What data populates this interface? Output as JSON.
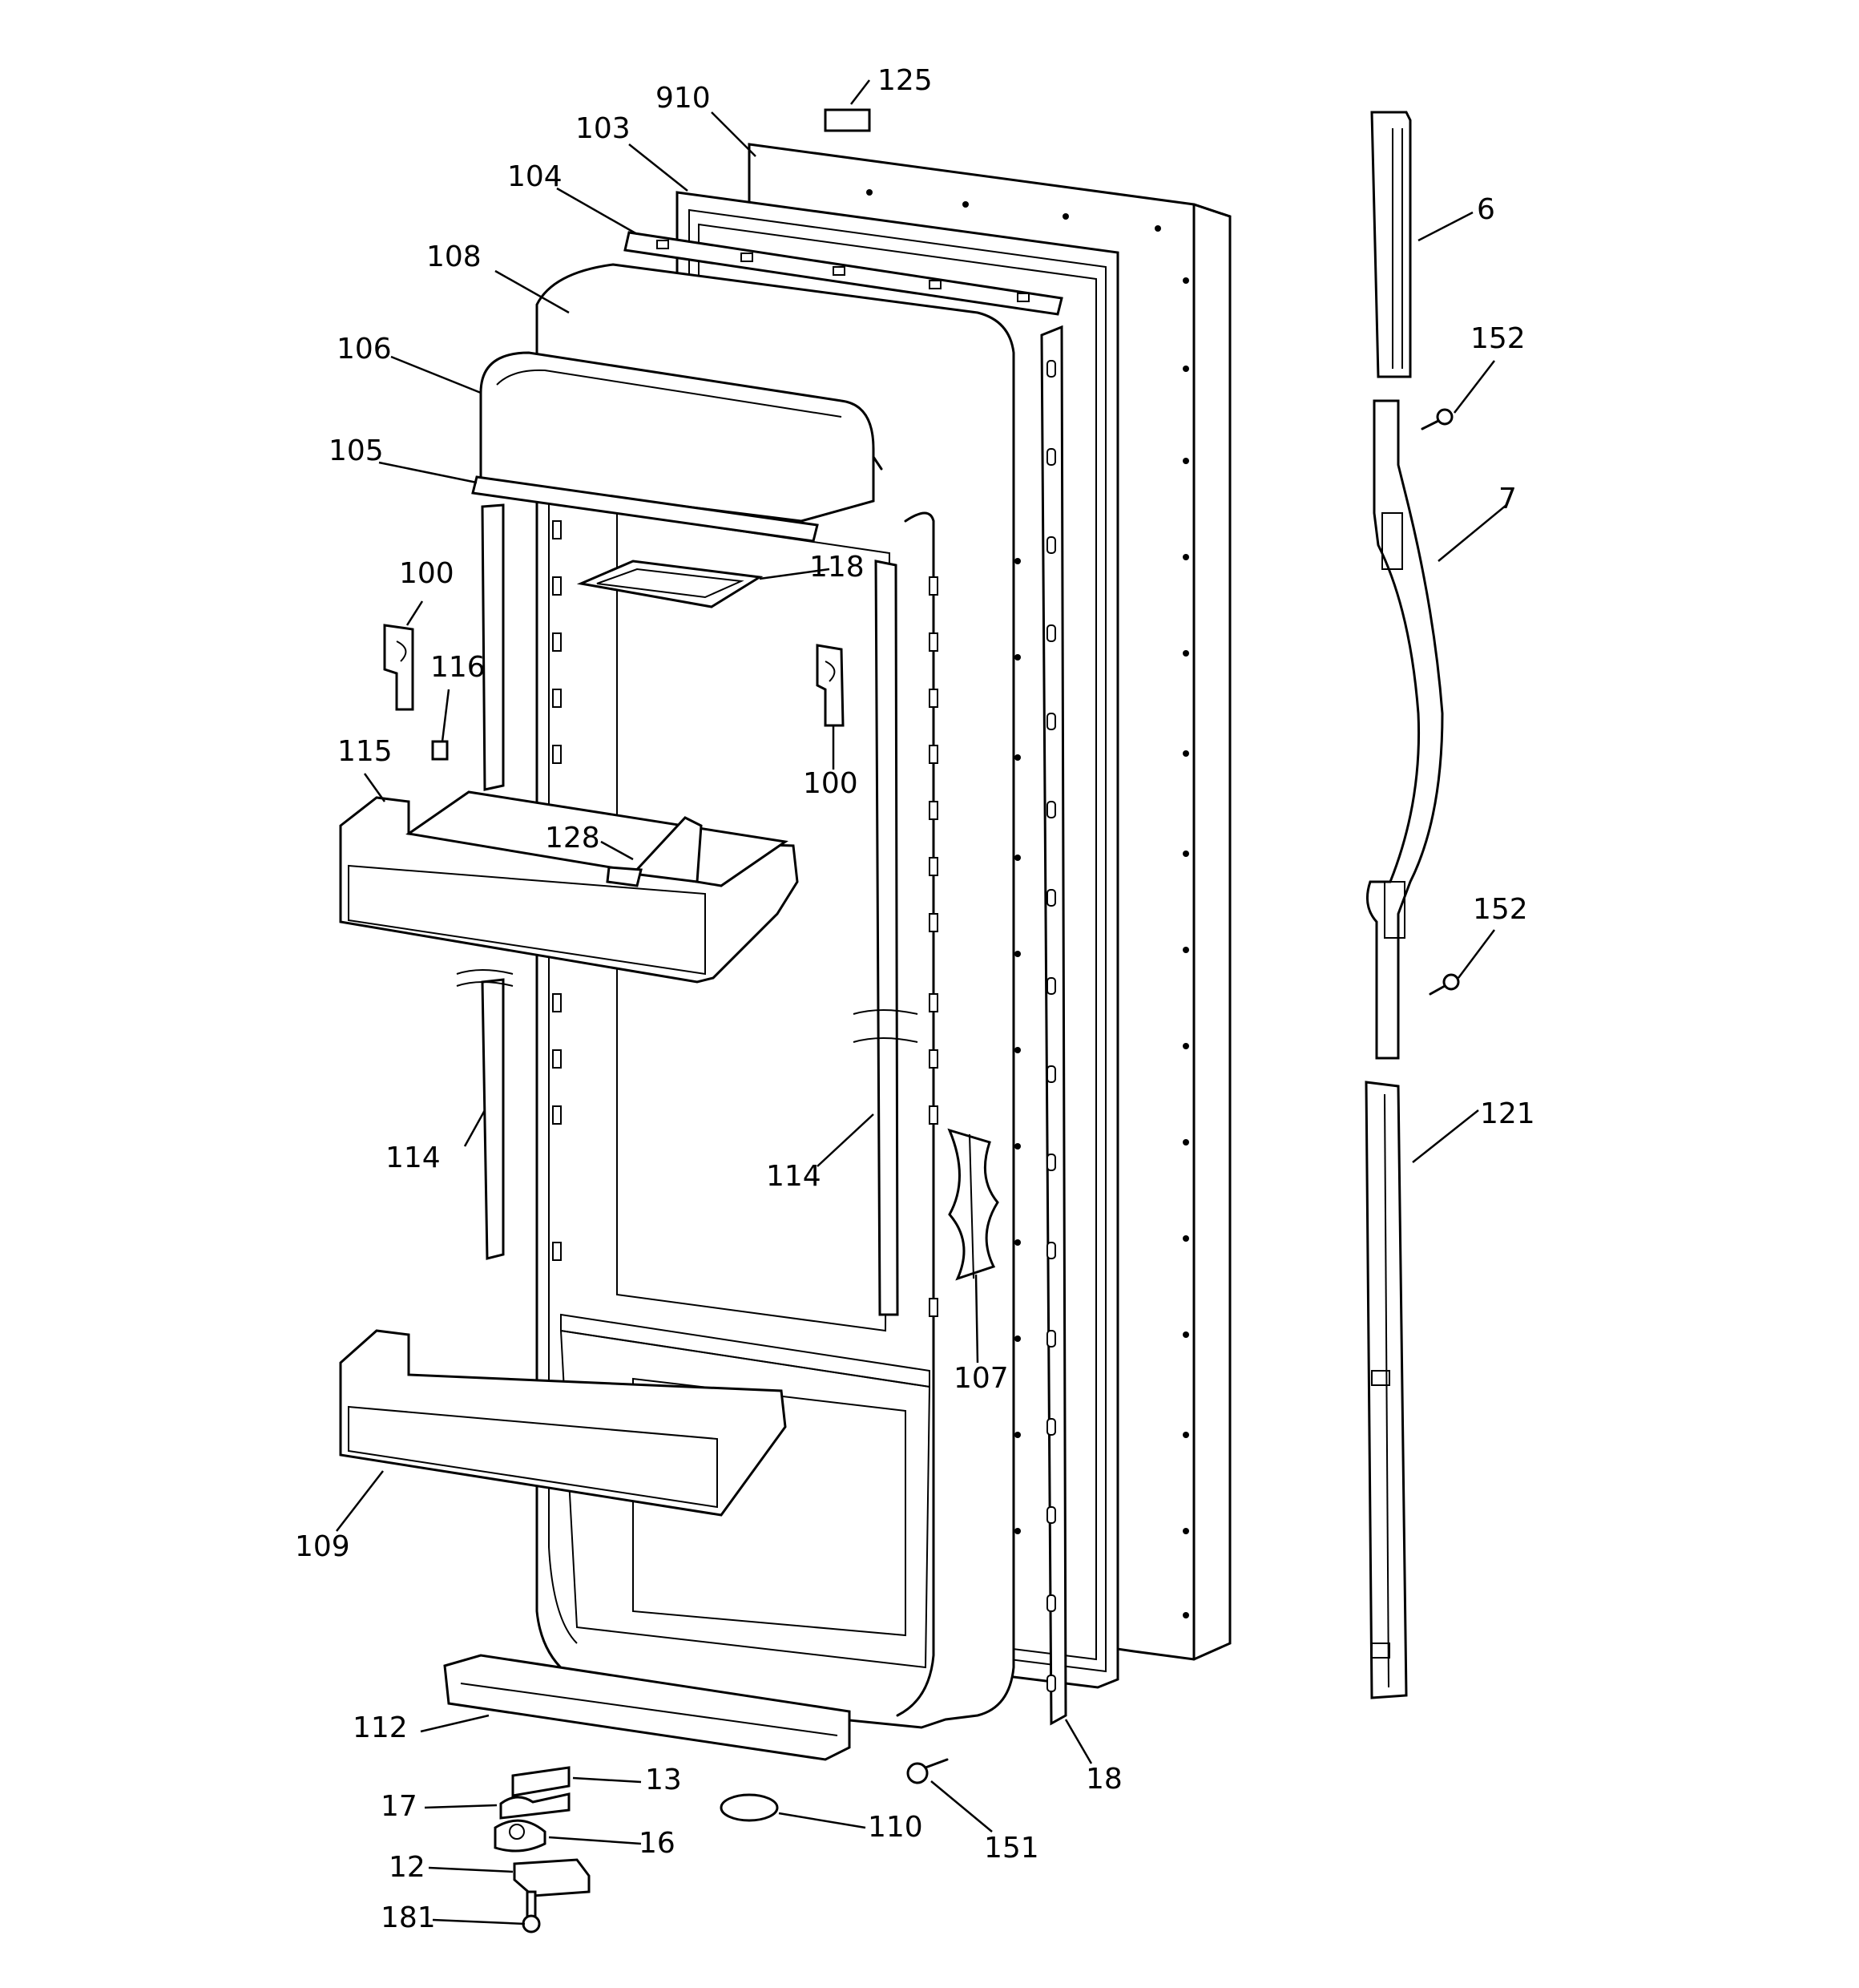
{
  "labels": {
    "p910": "910",
    "p125": "125",
    "p103": "103",
    "p104": "104",
    "p108": "108",
    "p106": "106",
    "p105": "105",
    "p118": "118",
    "p100a": "100",
    "p116": "116",
    "p100b": "100",
    "p115": "115",
    "p128": "128",
    "p114a": "114",
    "p114b": "114",
    "p107": "107",
    "p109": "109",
    "p112": "112",
    "p13": "13",
    "p17": "17",
    "p16": "16",
    "p12": "12",
    "p181": "181",
    "p110": "110",
    "p151": "151",
    "p18": "18",
    "p6": "6",
    "p152a": "152",
    "p7": "7",
    "p152b": "152",
    "p121": "121"
  }
}
